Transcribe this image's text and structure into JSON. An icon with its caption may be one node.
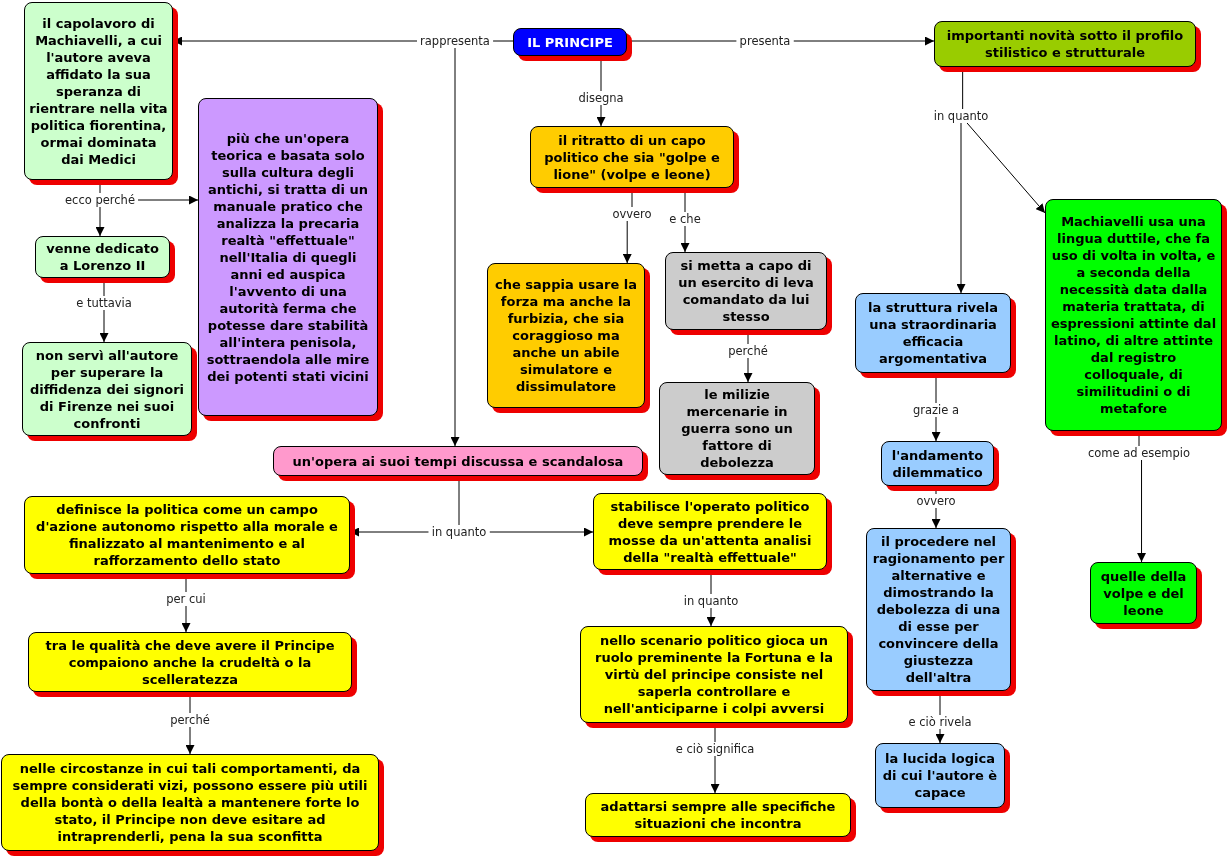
{
  "diagram": {
    "nodes": [
      {
        "text": [
          "IL PRINCIPE"
        ]
      },
      {
        "text": [
          "rappresenta"
        ]
      },
      {
        "text": [
          "il capolavoro di Machiavelli, a cui l'autore aveva affidato la sua speranza di rientrare nella vita politica fiorentina, ormai dominata dai Medici"
        ]
      },
      {
        "text": [
          "presenta"
        ]
      },
      {
        "text": [
          "importanti novità sotto il profilo stilistico e strutturale"
        ]
      },
      {
        "text": [
          "disegna"
        ]
      },
      {
        "text": [
          "il ritratto di un capo politico che sia \"golpe e lione\" (volpe e leone)"
        ]
      },
      {
        "text": [
          "ovvero"
        ]
      },
      {
        "text": [
          "e che"
        ]
      },
      {
        "text": [
          "che sappia usare la forza ma anche la furbizia, che sia coraggioso ma anche un abile simulatore e dissimulatore"
        ]
      },
      {
        "text": [
          "si metta a capo di un esercito di leva comandato da lui stesso"
        ]
      },
      {
        "text": [
          "perché"
        ]
      },
      {
        "text": [
          "le milizie mercenarie in guerra sono un fattore di debolezza"
        ]
      },
      {
        "text": [
          "ecco perché"
        ]
      },
      {
        "text": [
          "venne dedicato a Lorenzo II"
        ]
      },
      {
        "text": [
          "e tuttavia"
        ]
      },
      {
        "text": [
          "non servì all'autore per superare la diffidenza dei signori di Firenze nei suoi confronti"
        ]
      },
      {
        "text": [
          "più che un'opera teorica e basata solo sulla cultura degli antichi, si tratta di un manuale pratico che analizza la precaria realtà \"effettuale\" nell'Italia di quegli anni ed auspica l'avvento di una autorità ferma che potesse dare stabilità all'intera penisola, sottraendola alle mire dei potenti stati vicini"
        ]
      },
      {
        "text": [
          "un'opera ai suoi tempi discussa e scandalosa"
        ]
      },
      {
        "text": [
          "in quanto"
        ]
      },
      {
        "text": [
          "definisce la politica come un campo d'azione autonomo rispetto alla morale e finalizzato al mantenimento e al rafforzamento dello stato"
        ]
      },
      {
        "text": [
          "stabilisce l'operato politico deve sempre prendere le mosse da un'attenta analisi della \"realtà effettuale\""
        ]
      },
      {
        "text": [
          "per cui"
        ]
      },
      {
        "text": [
          "tra le qualità che deve avere il Principe compaiono anche la crudeltà o la scelleratezza"
        ]
      },
      {
        "text": [
          "perché"
        ]
      },
      {
        "text": [
          "nelle circostanze in cui tali comportamenti, da sempre considerati vizi, possono essere più utili della bontà o della lealtà a mantenere forte lo stato, il Principe non deve esitare ad intraprenderli, pena la sua sconfitta"
        ]
      },
      {
        "text": [
          "in quanto"
        ]
      },
      {
        "text": [
          "nello scenario politico gioca un ruolo preminente la Fortuna e la virtù del principe consiste nel saperla controllare e nell'anticiparne i colpi avversi"
        ]
      },
      {
        "text": [
          "e ciò significa"
        ]
      },
      {
        "text": [
          "adattarsi sempre alle specifiche situazioni che incontra"
        ]
      },
      {
        "text": [
          "in quanto"
        ]
      },
      {
        "text": [
          "la struttura rivela una straordinaria efficacia argomentativa"
        ]
      },
      {
        "text": [
          "Machiavelli usa una lingua duttile, che fa uso di volta in volta, e a seconda della necessità data dalla materia trattata, di espressioni attinte dal latino, di altre attinte dal registro colloquale, di similitudini o di metafore"
        ]
      },
      {
        "text": [
          "grazie a"
        ]
      },
      {
        "text": [
          "l'andamento dilemmatico"
        ]
      },
      {
        "text": [
          "ovvero"
        ]
      },
      {
        "text": [
          "il procedere nel ragionamento per alternative e dimostrando la debolezza di una di esse per convincere della giustezza dell'altra"
        ]
      },
      {
        "text": [
          "e ciò rivela"
        ]
      },
      {
        "text": [
          "la lucida logica di cui l'autore è capace"
        ]
      },
      {
        "text": [
          "come ad esempio"
        ]
      },
      {
        "text": [
          "quelle della volpe e del leone"
        ]
      }
    ],
    "edges": [
      {
        "from": 0,
        "to": 1,
        "arrow": "none"
      },
      {
        "from": 1,
        "to": 2,
        "arrow": "to"
      },
      {
        "from": 1,
        "to": 18,
        "arrow": "to"
      },
      {
        "from": 0,
        "to": 3,
        "arrow": "none"
      },
      {
        "from": 3,
        "to": 4,
        "arrow": "to"
      },
      {
        "from": 0,
        "to": 5,
        "arrow": "none"
      },
      {
        "from": 5,
        "to": 6,
        "arrow": "to"
      },
      {
        "from": 6,
        "to": 7,
        "arrow": "none"
      },
      {
        "from": 7,
        "to": 9,
        "arrow": "to"
      },
      {
        "from": 6,
        "to": 8,
        "arrow": "none"
      },
      {
        "from": 8,
        "to": 10,
        "arrow": "to"
      },
      {
        "from": 10,
        "to": 11,
        "arrow": "none"
      },
      {
        "from": 11,
        "to": 12,
        "arrow": "to"
      },
      {
        "from": 2,
        "to": 13,
        "arrow": "none"
      },
      {
        "from": 13,
        "to": 14,
        "arrow": "to"
      },
      {
        "from": 13,
        "to": 17,
        "arrow": "to"
      },
      {
        "from": 14,
        "to": 15,
        "arrow": "none"
      },
      {
        "from": 15,
        "to": 16,
        "arrow": "to"
      },
      {
        "from": 18,
        "to": 19,
        "arrow": "none"
      },
      {
        "from": 19,
        "to": 20,
        "arrow": "to"
      },
      {
        "from": 19,
        "to": 21,
        "arrow": "to"
      },
      {
        "from": 20,
        "to": 22,
        "arrow": "none"
      },
      {
        "from": 22,
        "to": 23,
        "arrow": "to"
      },
      {
        "from": 23,
        "to": 24,
        "arrow": "none"
      },
      {
        "from": 24,
        "to": 25,
        "arrow": "to"
      },
      {
        "from": 21,
        "to": 26,
        "arrow": "none"
      },
      {
        "from": 26,
        "to": 27,
        "arrow": "to"
      },
      {
        "from": 27,
        "to": 28,
        "arrow": "none"
      },
      {
        "from": 28,
        "to": 29,
        "arrow": "to"
      },
      {
        "from": 4,
        "to": 30,
        "arrow": "none"
      },
      {
        "from": 30,
        "to": 31,
        "arrow": "to"
      },
      {
        "from": 30,
        "to": 32,
        "arrow": "to"
      },
      {
        "from": 31,
        "to": 33,
        "arrow": "none"
      },
      {
        "from": 33,
        "to": 34,
        "arrow": "to"
      },
      {
        "from": 34,
        "to": 35,
        "arrow": "none"
      },
      {
        "from": 35,
        "to": 36,
        "arrow": "to"
      },
      {
        "from": 36,
        "to": 37,
        "arrow": "none"
      },
      {
        "from": 37,
        "to": 38,
        "arrow": "to"
      },
      {
        "from": 32,
        "to": 39,
        "arrow": "none"
      },
      {
        "from": 39,
        "to": 40,
        "arrow": "to"
      }
    ]
  }
}
